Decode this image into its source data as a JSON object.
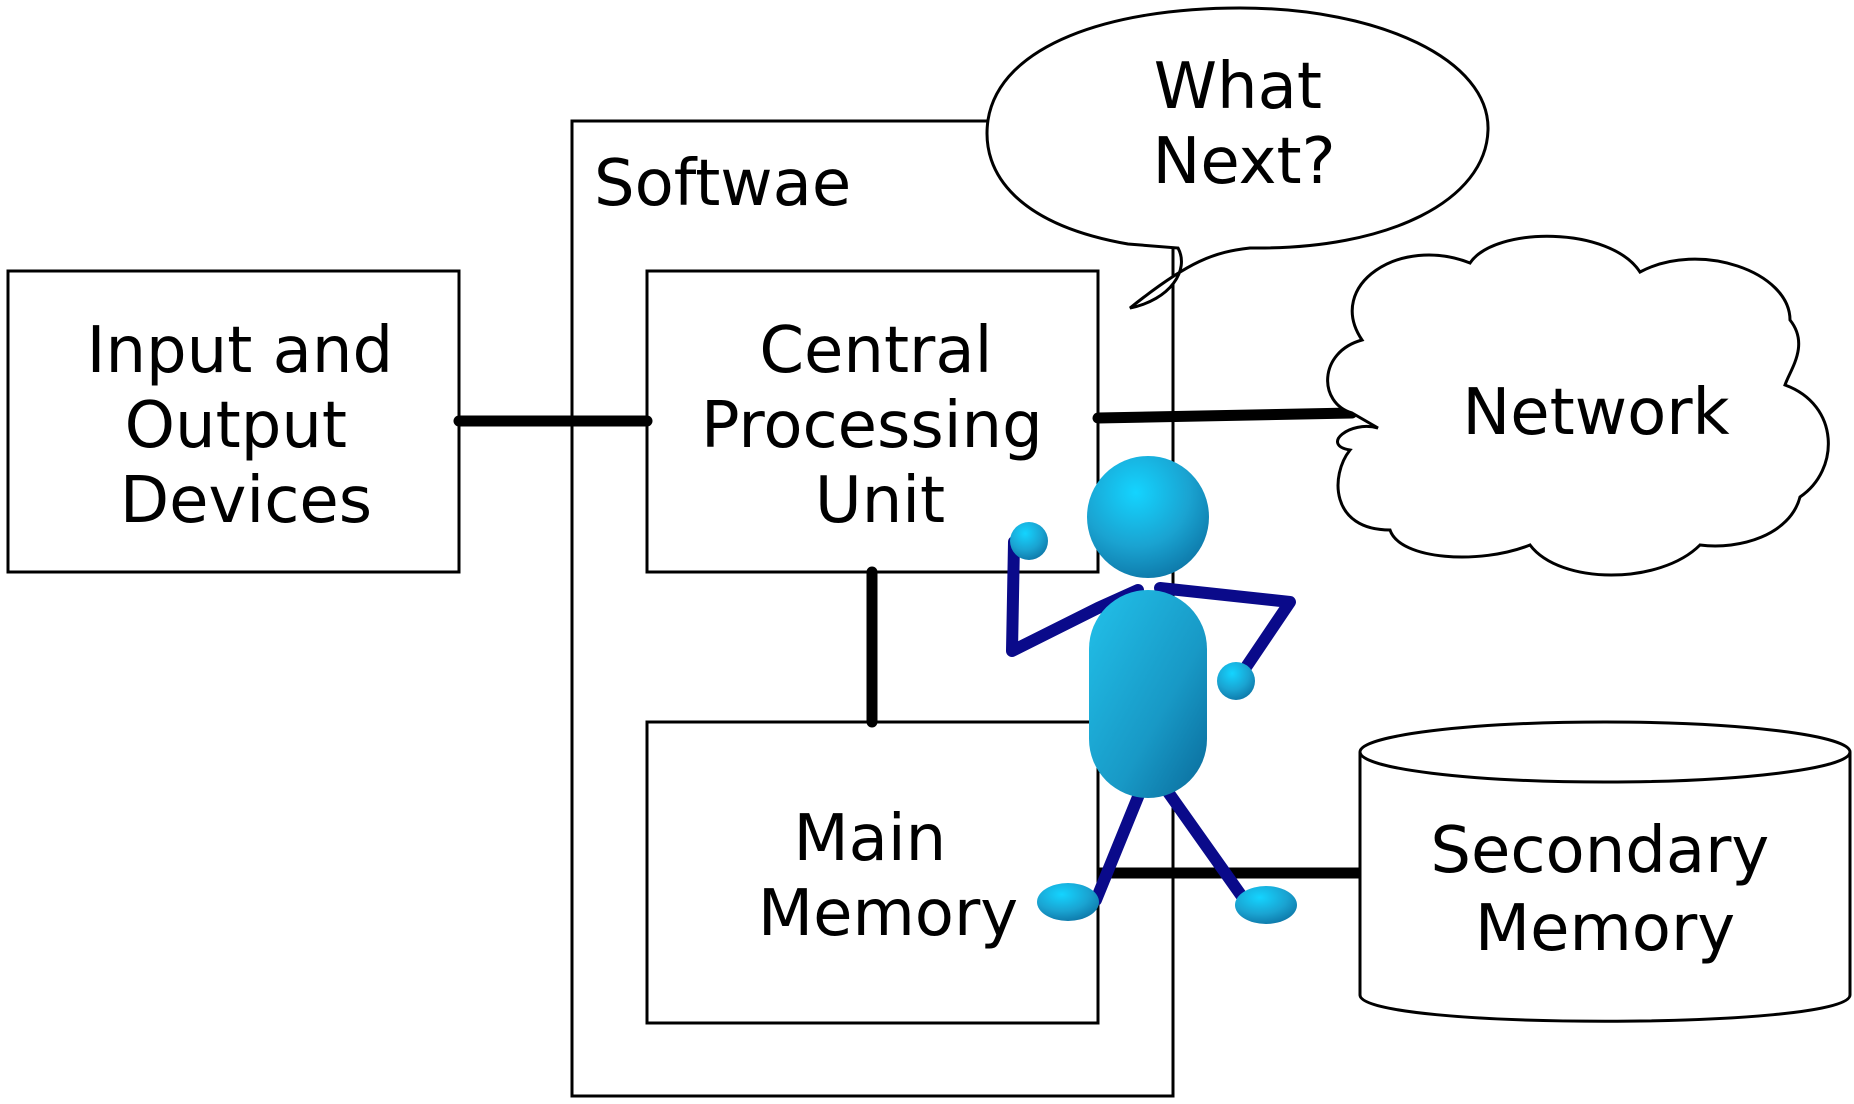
{
  "colors": {
    "stroke": "#000000",
    "background": "#ffffff",
    "figure_body": "#1aa3d1",
    "figure_limbs": "#0a0a8a"
  },
  "labels": {
    "software": "Softwae",
    "io": [
      "Input and",
      "Output",
      "Devices"
    ],
    "cpu": [
      "Central",
      "Processing",
      "Unit"
    ],
    "main_memory": [
      "Main",
      "Memory"
    ],
    "network": "Network",
    "secondary_memory": [
      "Secondary",
      "Memory"
    ],
    "speech": [
      "What",
      "Next?"
    ]
  },
  "icons": {
    "figure": "stick-person-icon",
    "cloud": "cloud-shape",
    "storage": "cylinder-shape",
    "bubble": "speech-bubble"
  }
}
